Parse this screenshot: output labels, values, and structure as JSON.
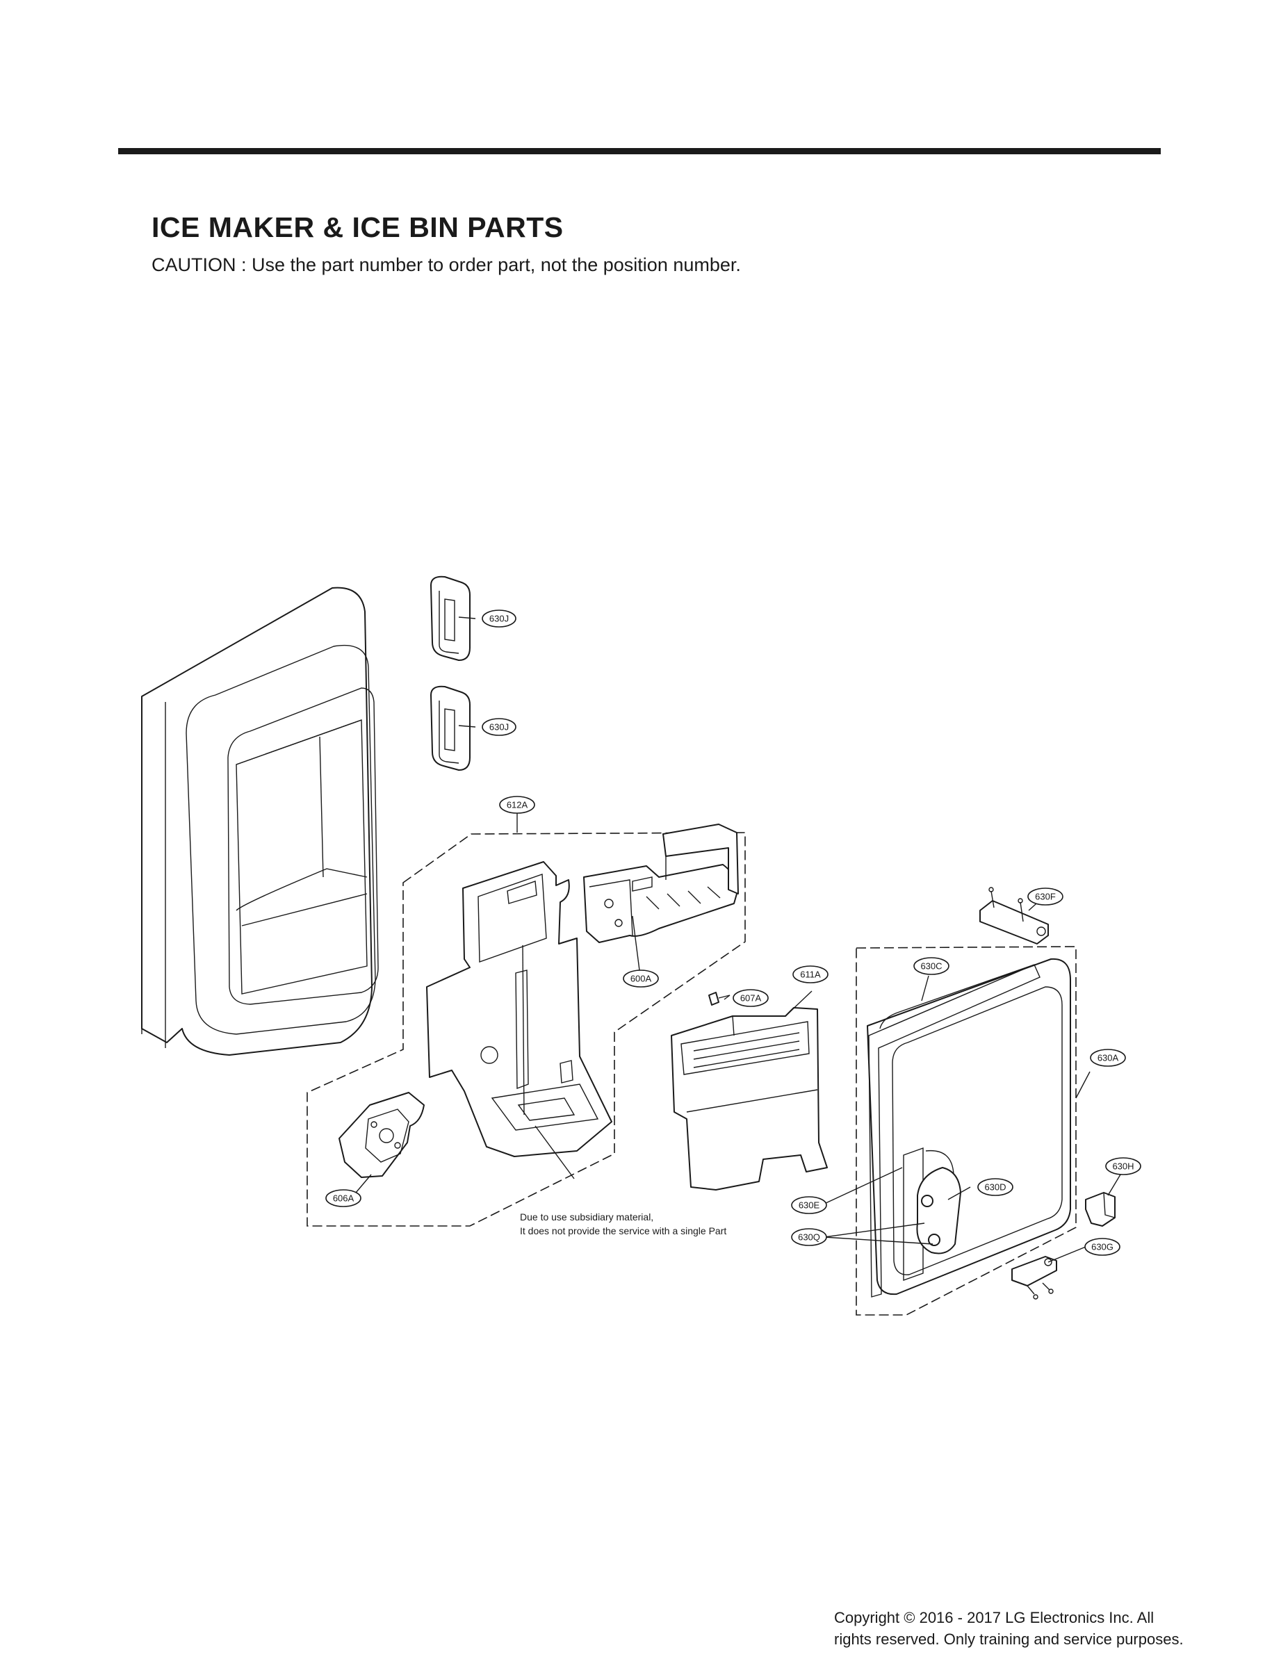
{
  "header": {
    "title": "ICE MAKER & ICE BIN PARTS",
    "caution": "CAUTION : Use the part number to order part, not the position number."
  },
  "diagram": {
    "callouts": {
      "c630J_top": "630J",
      "c630J_bottom": "630J",
      "c612A": "612A",
      "c600A": "600A",
      "c607A": "607A",
      "c611A": "611A",
      "c630F": "630F",
      "c630C": "630C",
      "c630A": "630A",
      "c630H": "630H",
      "c630D": "630D",
      "c630E": "630E",
      "c630Q": "630Q",
      "c630G": "630G",
      "c606A": "606A"
    },
    "note": {
      "line1": "Due to use subsidiary material,",
      "line2": "It does not provide the service with a single Part"
    }
  },
  "footer": {
    "copyright_line1": "Copyright © 2016 - 2017 LG Electronics Inc. All",
    "copyright_line2": "rights reserved. Only training and service purposes."
  }
}
